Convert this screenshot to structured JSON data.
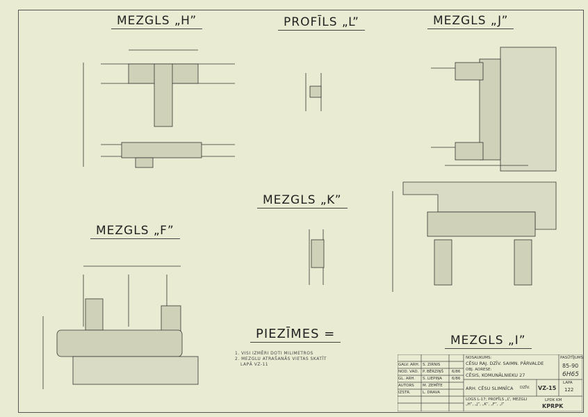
{
  "titles": {
    "h": "MEZGLS „H”",
    "l": "PROFĪLS „L”",
    "j": "MEZGLS „J”",
    "k": "MEZGLS „K”",
    "f": "MEZGLS „F”",
    "i": "MEZGLS „I”",
    "notes": "PIEZĪMES ="
  },
  "notes": [
    "1. VISI IZMĒRI DOTI MILIMETROS",
    "2. MEZGLU ATRAŠANĀS VIETAS SKATĪT",
    "LAPĀ VZ-11"
  ],
  "title_block": {
    "staff": [
      {
        "role": "GALV. ARH.",
        "name": "S. ZIRNIS"
      },
      {
        "role": "NOD. VAD.",
        "name": "P. BĒRZIŅŠ"
      },
      {
        "role": "GL. ARH.",
        "name": "S. LIEPIŅA"
      },
      {
        "role": "AUTORS",
        "name": "M. ZEMĪTE"
      },
      {
        "role": "IZSTR.",
        "name": "L. DRAVA"
      }
    ],
    "dates": [
      "6/86",
      "6/86"
    ],
    "name_label": "NOSAUKUMS:",
    "name": "CĒSU RAJ. DZĪV. SAIMN. PĀRVALDE",
    "address_label": "OBJ. ADRESE:",
    "address": "CĒSIS, KOMUNĀLNIEKU 27",
    "object": "ARH. CĒSU SLIMNĪCA",
    "stage": "DZĪV.",
    "order_label": "PASŪTĪJUMS",
    "order": "85-90",
    "code": "6Н65",
    "sheet": "VZ-15",
    "sheet_label": "LAPA",
    "sheet_no": "122",
    "content": "LOGS L-17; PROFĪLS „L”, MEZGLI „H”, „J”, „K”, „F”, „I”",
    "org_label": "LPDK KM",
    "org": "KPRPK"
  }
}
